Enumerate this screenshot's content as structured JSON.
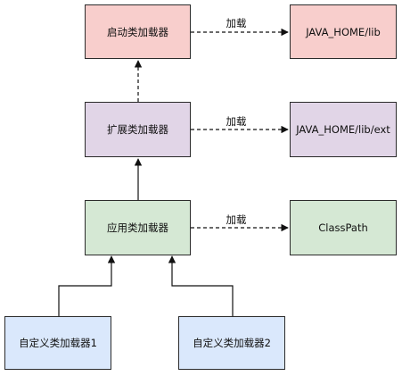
{
  "colors": {
    "red_fill": "#f8cecc",
    "purple_fill": "#e1d5e7",
    "green_fill": "#d5e8d4",
    "blue_fill": "#dae8fc",
    "stroke": "#2b2b2b"
  },
  "nodes": {
    "bootstrap_loader": "启动类加载器",
    "extension_loader": "扩展类加载器",
    "application_loader": "应用类加载器",
    "custom_loader_1": "自定义类加载器1",
    "custom_loader_2": "自定义类加载器2",
    "java_home_lib": "JAVA_HOME/lib",
    "java_home_lib_ext": "JAVA_HOME/lib/ext",
    "classpath": "ClassPath"
  },
  "edge_labels": {
    "bootstrap_load": "加载",
    "extension_load": "加载",
    "application_load": "加载"
  }
}
